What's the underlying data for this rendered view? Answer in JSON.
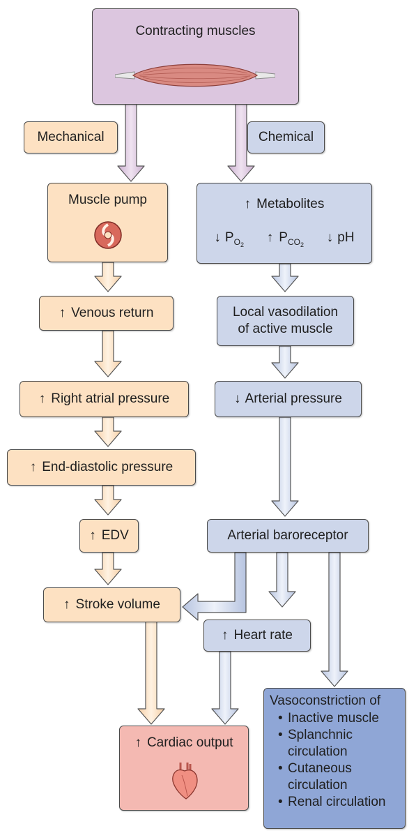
{
  "top": {
    "title": "Contracting muscles"
  },
  "labels": {
    "mechanical": "Mechanical",
    "chemical": "Chemical"
  },
  "left": {
    "muscle_pump": "Muscle pump",
    "venous_return": "Venous return",
    "right_atrial": "Right atrial pressure",
    "end_diastolic": "End-diastolic pressure",
    "edv": "EDV",
    "stroke_volume": "Stroke volume"
  },
  "right": {
    "metabolites": "Metabolites",
    "p": "P",
    "o": "O",
    "co": "CO",
    "two": "2",
    "ph": "pH",
    "local_line1": "Local vasodilation",
    "local_line2": "of active muscle",
    "arterial_pressure": "Arterial pressure",
    "baroreceptor": "Arterial baroreceptor",
    "heart_rate": "Heart rate"
  },
  "cardiac": {
    "label": "Cardiac output"
  },
  "vaso": {
    "title": "Vasoconstriction of",
    "items": [
      "Inactive muscle",
      "Splanchnic circulation",
      "Cutaneous circulation",
      "Renal circulation"
    ]
  },
  "colors": {
    "orange": "#fde1c2",
    "blue": "#cdd6ea",
    "purple": "#dcc6df",
    "pink": "#f4b9b2",
    "dark_blue": "#8fa6d6"
  }
}
